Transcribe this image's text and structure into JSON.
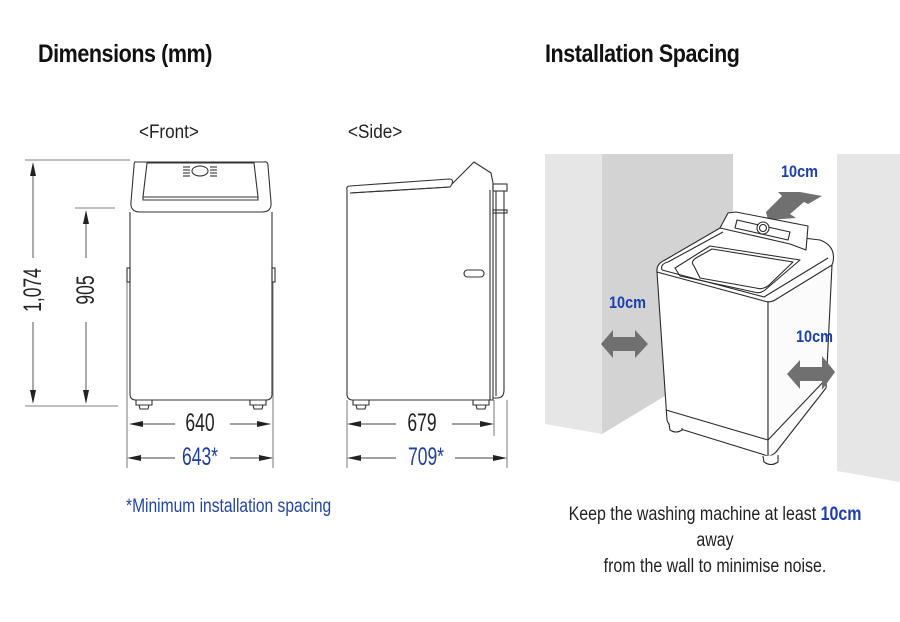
{
  "left_panel": {
    "title": "Dimensions (mm)",
    "front_view": {
      "label": "<Front>",
      "height_total": "1,074",
      "height_body": "905",
      "width": "640",
      "width_min_spacing": "643*"
    },
    "side_view": {
      "label": "<Side>",
      "depth": "679",
      "depth_min_spacing": "709*"
    },
    "footnote": "*Minimum installation spacing"
  },
  "right_panel": {
    "title": "Installation Spacing",
    "spacing_labels": {
      "back": "10cm",
      "left": "10cm",
      "right": "10cm"
    },
    "caption": {
      "before": "Keep the washing machine at least ",
      "highlight": "10cm",
      "after": " away",
      "line2": "from the wall to minimise noise."
    }
  },
  "colors": {
    "accent_blue": "#1f3fa0",
    "wall_light": "#e6e6e6",
    "wall_dark": "#d2d2d2",
    "arrow_gray": "#707070",
    "line": "#333333"
  }
}
